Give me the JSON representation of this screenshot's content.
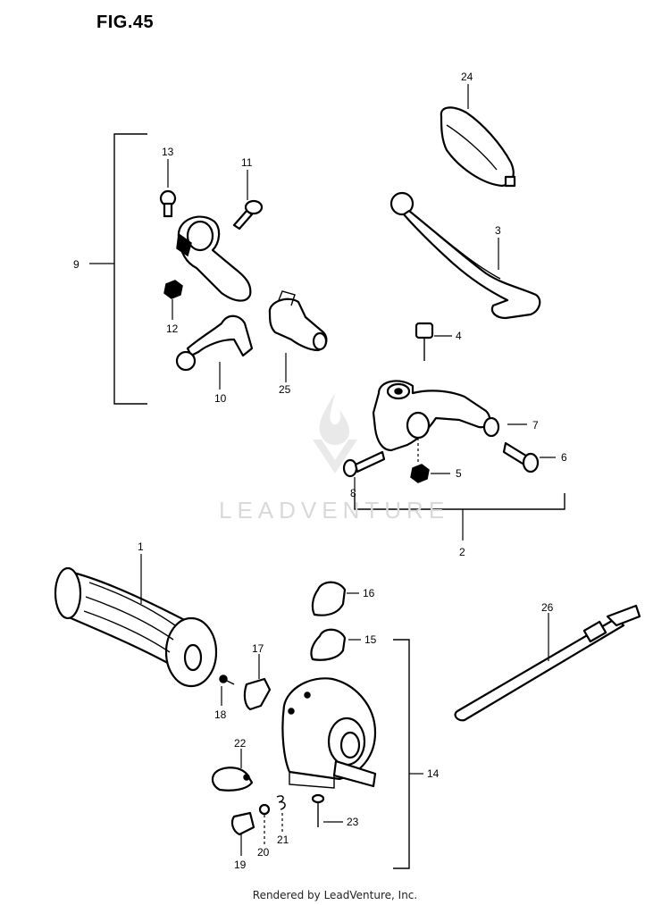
{
  "figure": {
    "title": "FIG.45"
  },
  "watermark": {
    "text": "LEADVENTURE"
  },
  "footer": {
    "text": "Rendered by LeadVenture, Inc."
  },
  "callouts": {
    "c1": "1",
    "c2": "2",
    "c3": "3",
    "c4": "4",
    "c5": "5",
    "c6": "6",
    "c7": "7",
    "c8": "8",
    "c9": "9",
    "c10": "10",
    "c11": "11",
    "c12": "12",
    "c13": "13",
    "c14": "14",
    "c15": "15",
    "c16": "16",
    "c17": "17",
    "c18": "18",
    "c19": "19",
    "c20": "20",
    "c21": "21",
    "c22": "22",
    "c23": "23",
    "c24": "24",
    "c25": "25",
    "c26": "26"
  }
}
